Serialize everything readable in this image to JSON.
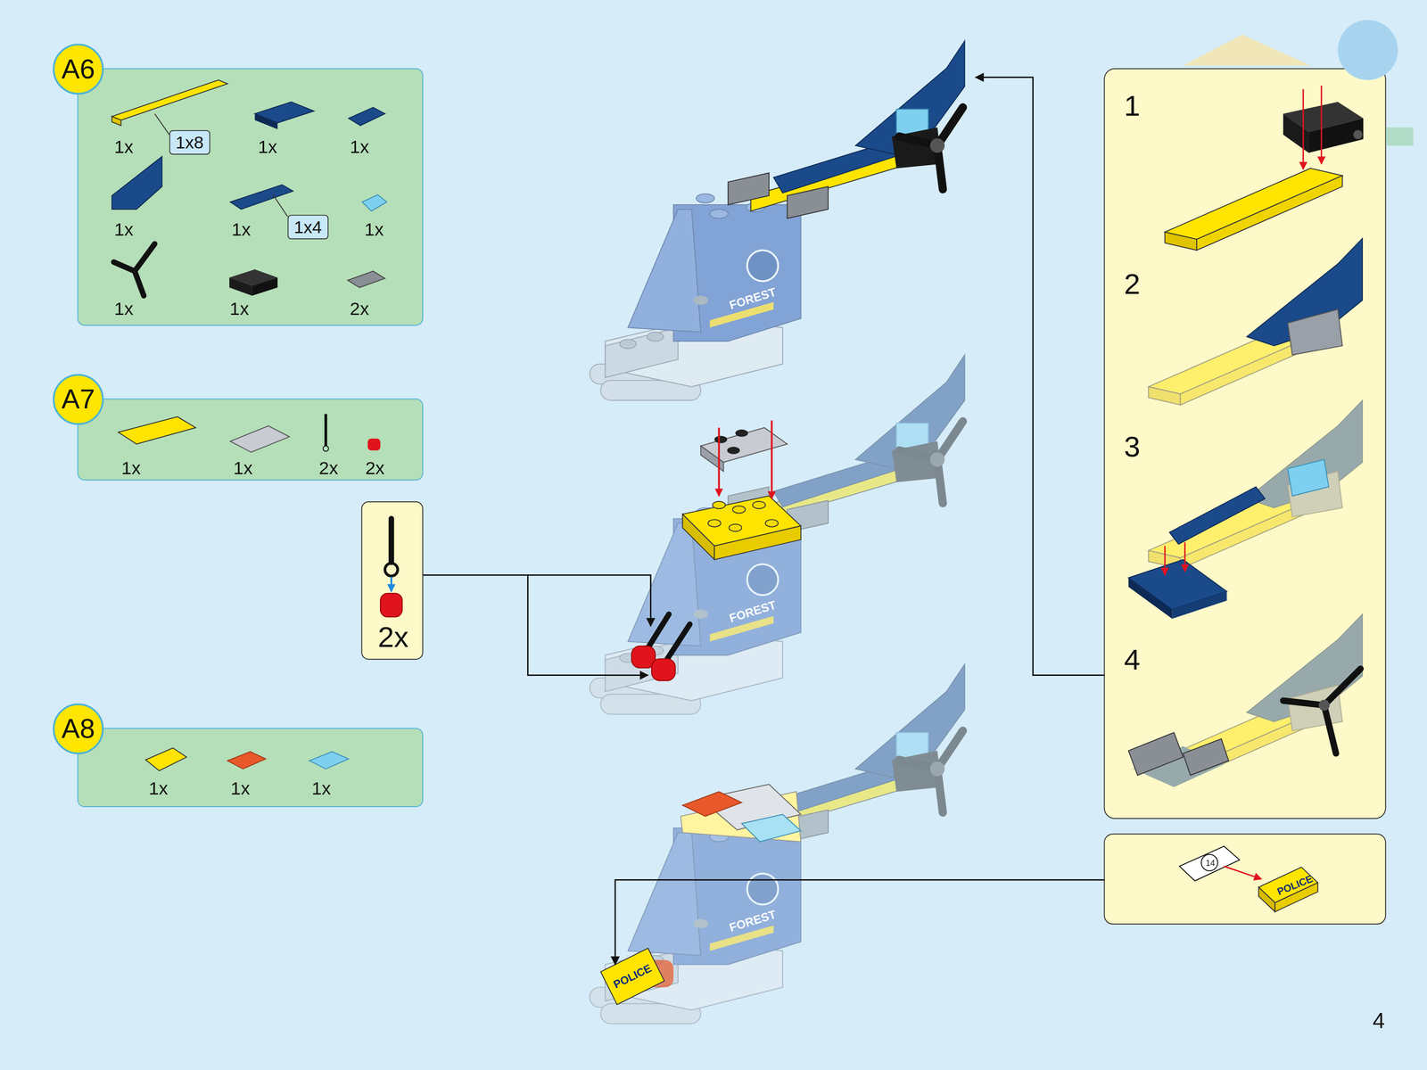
{
  "diagram": {
    "nodes": [
      {
        "text": [
          "A6",
          "1x",
          "1x",
          "1x",
          "1x",
          "1x",
          "1x",
          "1x",
          "1x",
          "2x"
        ]
      },
      {
        "text": [
          "1x8"
        ],
        "in": 0
      },
      {
        "text": [
          "1x4"
        ],
        "in": 0
      },
      {
        "text": [
          "A7",
          "1x",
          "1x",
          "2x",
          "2x"
        ]
      },
      {
        "text": [
          "A8",
          "1x",
          "1x",
          "1x"
        ]
      },
      {
        "text": [
          "2x"
        ]
      },
      {
        "text": [
          "1",
          "2",
          "3",
          "4"
        ]
      },
      {
        "text": [
          "14",
          "POLICE"
        ]
      }
    ],
    "labels": [
      "FOREST",
      "FOREST",
      "FOREST",
      "POLICE",
      "4"
    ]
  }
}
